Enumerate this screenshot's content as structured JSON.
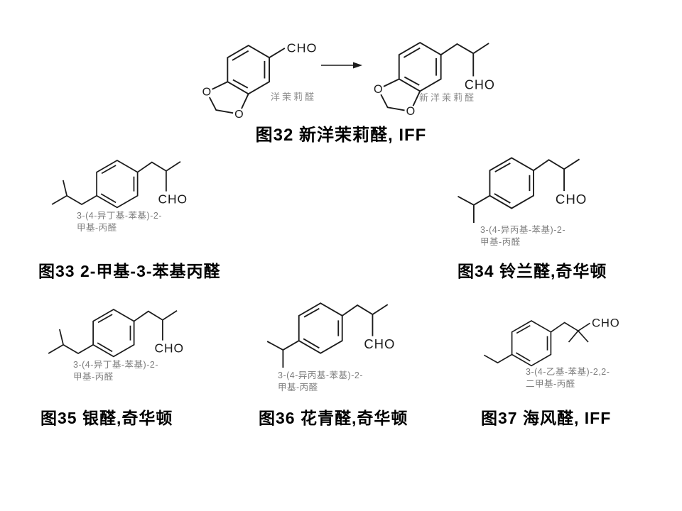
{
  "colors": {
    "line": "#1c1c1c",
    "label_grey": "#8b8b8b",
    "name_grey": "#7d7d7d",
    "caption": "#000000",
    "background": "#ffffff"
  },
  "atoms": {
    "cho": "CHO",
    "o": "O"
  },
  "reaction": {
    "reactant_label": "洋茉莉醛",
    "product_label": "新洋茉莉醛",
    "caption": "图32 新洋茉莉醛, IFF"
  },
  "figures": [
    {
      "id": "fig33",
      "name_line1": "3-(4-异丁基-苯基)-2-",
      "name_line2": "甲基-丙醛",
      "caption": "图33 2-甲基-3-苯基丙醛"
    },
    {
      "id": "fig34",
      "name_line1": "3-(4-异丙基-苯基)-2-",
      "name_line2": "甲基-丙醛",
      "caption": "图34 铃兰醛,奇华顿"
    },
    {
      "id": "fig35",
      "name_line1": "3-(4-异丁基-苯基)-2-",
      "name_line2": "甲基-丙醛",
      "caption": "图35 银醛,奇华顿"
    },
    {
      "id": "fig36",
      "name_line1": "3-(4-异丙基-苯基)-2-",
      "name_line2": "甲基-丙醛",
      "caption": "图36 花青醛,奇华顿"
    },
    {
      "id": "fig37",
      "name_line1": "3-(4-乙基-苯基)-2,2-",
      "name_line2": "二甲基-丙醛",
      "caption": "图37 海风醛, IFF"
    }
  ]
}
